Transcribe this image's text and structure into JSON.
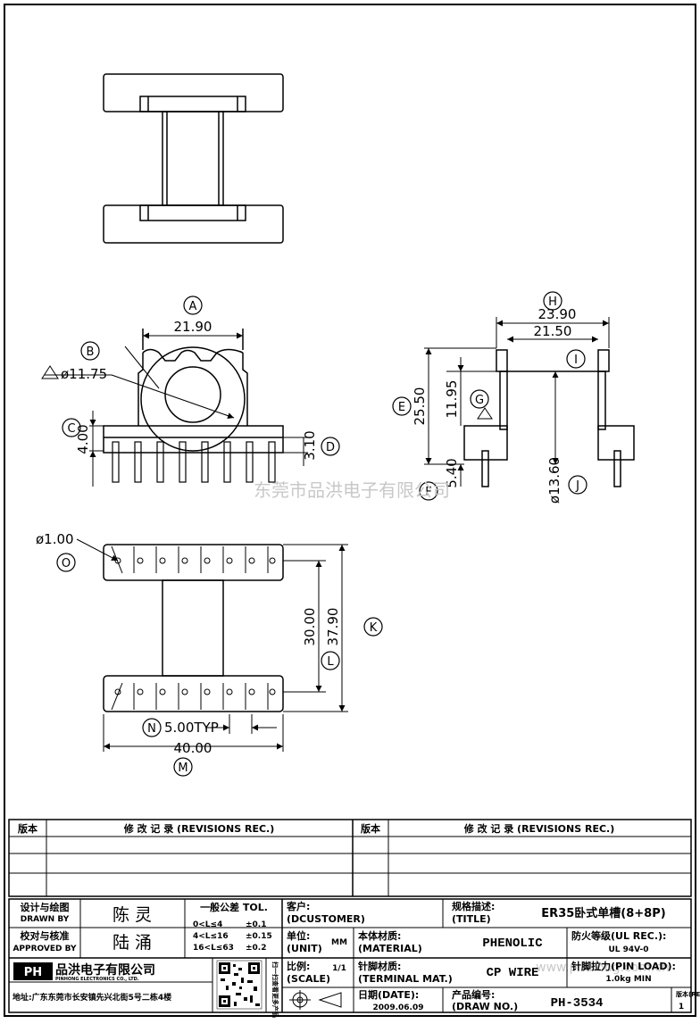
{
  "drawing": {
    "dims": {
      "a": "21.90",
      "b_dia": "ø11.75",
      "c": "4.00",
      "d": "3.10",
      "h": "23.90",
      "i": "21.50",
      "e": "25.50",
      "g": "11.95",
      "f": "5.40",
      "j": "ø13.60",
      "o_dia": "ø1.00",
      "l": "30.00",
      "k": "37.90",
      "n": "5.00TYP",
      "m": "40.00"
    },
    "callouts": [
      "A",
      "B",
      "C",
      "D",
      "E",
      "F",
      "G",
      "H",
      "I",
      "J",
      "K",
      "L",
      "M",
      "N",
      "O"
    ],
    "watermark_center": "东莞市品洪电子有限公司",
    "watermark_right": "www.pinhong.com.cn"
  },
  "revisions": {
    "left_version_header": "版本",
    "left_rec_header": "修 改 记 录 (REVISIONS REC.)",
    "right_version_header": "版本",
    "right_rec_header": "修 改 记 录 (REVISIONS REC.)"
  },
  "title_block": {
    "designer_label_cn": "设计与绘图",
    "designer_label_en": "DRAWN BY",
    "designer_value": "陈 灵",
    "approver_label_cn": "校对与核准",
    "approver_label_en": "APPROVED BY",
    "approver_value": "陆 涌",
    "tol_title": "一般公差 TOL.",
    "tol_rows": [
      {
        "range": "0<L≤4",
        "value": "±0.1"
      },
      {
        "range": "4<L≤16",
        "value": "±0.15"
      },
      {
        "range": "16<L≤63",
        "value": "±0.2"
      }
    ],
    "customer_label_cn": "客户:",
    "customer_label_en": "(DCUSTOMER)",
    "title_label_cn": "规格描述:",
    "title_label_en": "(TITLE)",
    "title_value": "ER35卧式单槽(8+8P)",
    "unit_label_cn": "单位:",
    "unit_label_en": "(UNIT)",
    "unit_value": "MM",
    "material_label_cn": "本体材质:",
    "material_label_en": "(MATERIAL)",
    "material_value": "PHENOLIC",
    "ul_label_cn": "防火等级(UL REC.):",
    "ul_value": "UL 94V-0",
    "scale_label_cn": "比例:",
    "scale_label_en": "(SCALE)",
    "scale_value": "1/1",
    "terminal_label_cn": "针脚材质:",
    "terminal_label_en": "(TERMINAL MAT.)",
    "terminal_value": "CP WIRE",
    "pinload_label_cn": "针脚拉力(PIN LOAD):",
    "pinload_value": "1.0kg MIN",
    "date_label_cn": "日期(DATE):",
    "date_value": "2009.06.09",
    "drawno_label_cn": "产品编号:",
    "drawno_label_en": "(DRAW NO.)",
    "drawno_value": "PH-3534",
    "rev_label": "版本(REV):",
    "rev_value": "1",
    "company_name": "品洪电子有限公司",
    "company_en": "PINHONG ELECTRONICS CO., LTD.",
    "logo_text": "PH",
    "address": "地址:广东东莞市长安镇先兴北街5号二栋4楼",
    "qr_caption": "扫一扫查看更多产品"
  }
}
